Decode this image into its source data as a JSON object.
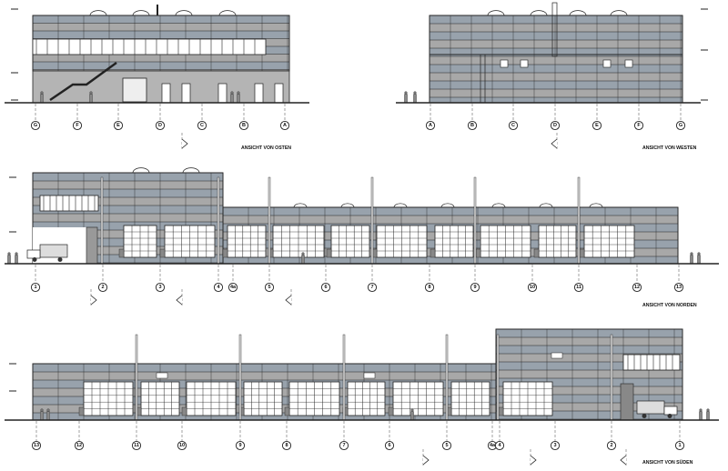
{
  "views": [
    {
      "id": "east",
      "title": "ANSICHT VON OSTEN",
      "axes": [
        "G",
        "F",
        "E",
        "D",
        "C",
        "B",
        "A"
      ]
    },
    {
      "id": "west",
      "title": "ANSICHT VON WESTEN",
      "axes": [
        "A",
        "B",
        "C",
        "D",
        "E",
        "F",
        "G"
      ]
    },
    {
      "id": "north",
      "title": "ANSICHT VON NORDEN",
      "axes": [
        "1",
        "2",
        "3",
        "4",
        "4a",
        "5",
        "6",
        "7",
        "8",
        "9",
        "10",
        "11",
        "12",
        "13"
      ]
    },
    {
      "id": "south",
      "title": "ANSICHT VON SÜDEN",
      "axes": [
        "13",
        "12",
        "11",
        "10",
        "9",
        "8",
        "7",
        "6",
        "5",
        "4a",
        "4",
        "3",
        "2",
        "1"
      ]
    }
  ],
  "colors": {
    "panel_grey": "#a8a8a8",
    "panel_blue": "#98a2ac",
    "base_grey": "#b4b4b4",
    "line": "#222222",
    "glass": "#ffffff"
  }
}
